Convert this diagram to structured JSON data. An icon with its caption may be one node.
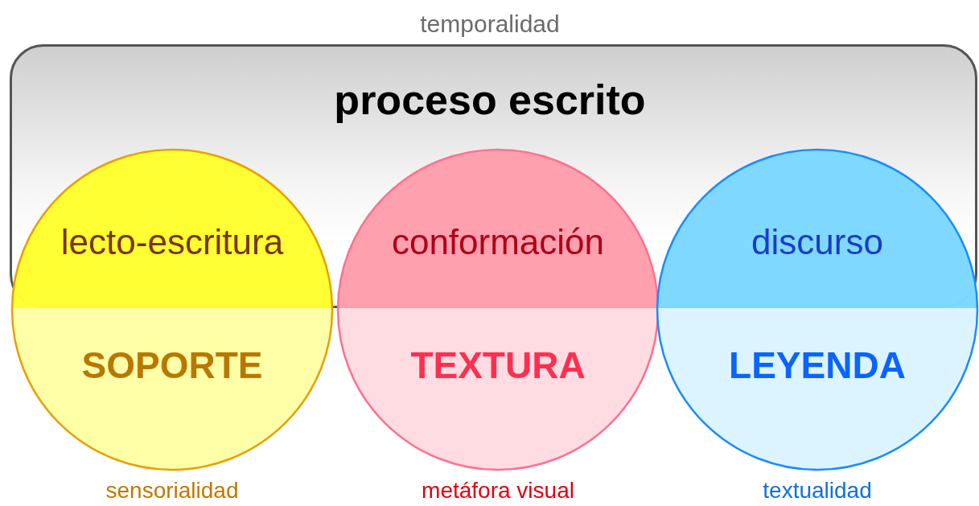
{
  "diagram": {
    "nodes": [
      {
        "text": [
          "temporalidad",
          "proceso escrito"
        ]
      },
      {
        "text": [
          "lecto-escritura",
          "SOPORTE"
        ],
        "beside": [
          "sensorialidad"
        ]
      },
      {
        "text": [
          "conformación",
          "TEXTURA"
        ],
        "beside": [
          "metáfora visual"
        ]
      },
      {
        "text": [
          "discurso",
          "LEYENDA"
        ],
        "beside": [
          "textualidad"
        ]
      }
    ]
  }
}
